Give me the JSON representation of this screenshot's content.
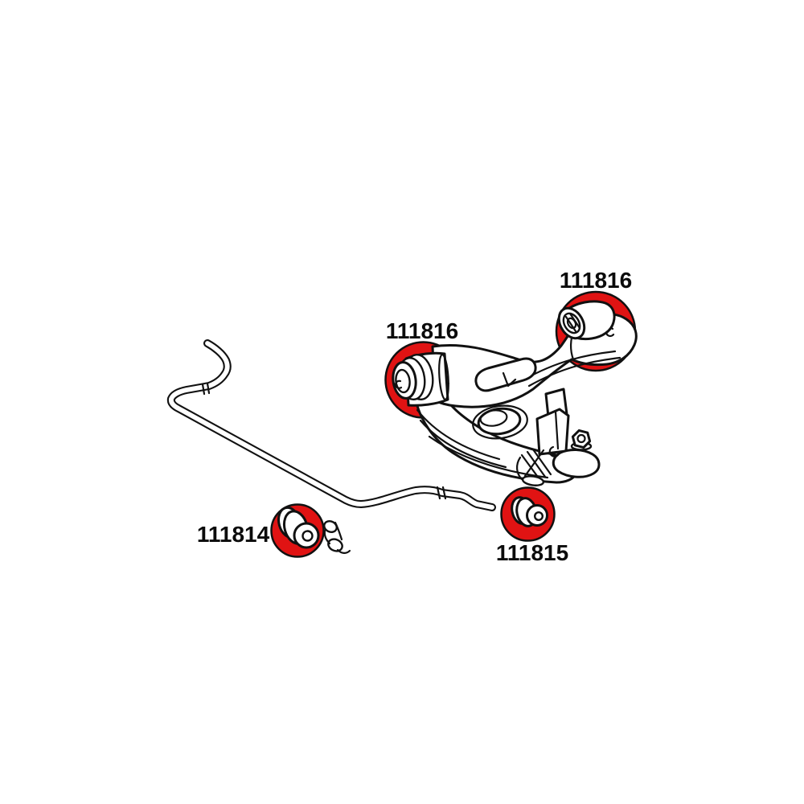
{
  "diagram": {
    "background_color": "#ffffff",
    "line_color": "#111111",
    "highlight_color": "#e01313",
    "parts": [
      {
        "id": "control-arm-front-bushing",
        "part_number": "111816"
      },
      {
        "id": "control-arm-rear-bushing",
        "part_number": "111816"
      },
      {
        "id": "anti-roll-bar-bushing",
        "part_number": "111814"
      },
      {
        "id": "anti-roll-bar-link-bushing",
        "part_number": "111815"
      }
    ]
  }
}
